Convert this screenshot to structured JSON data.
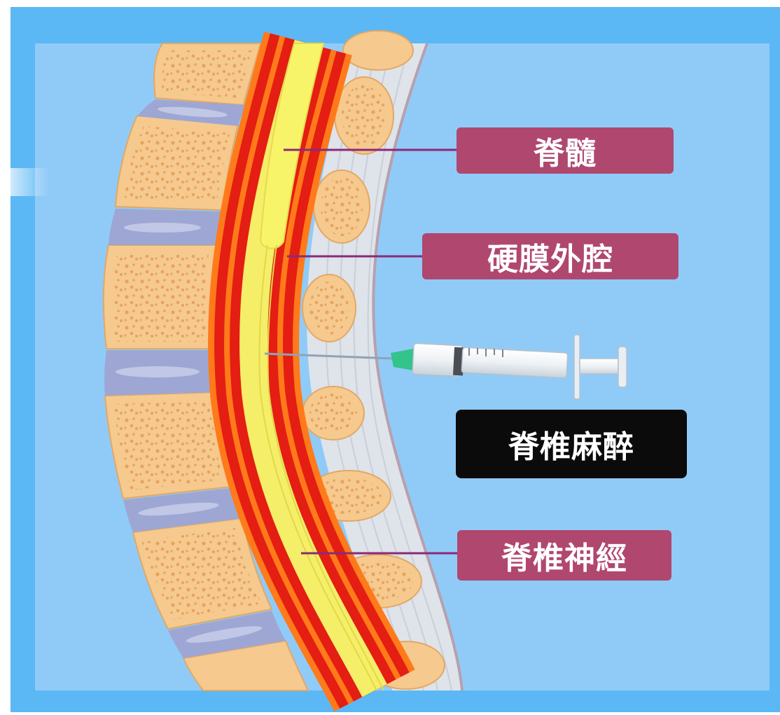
{
  "labels": {
    "spinal_cord": "脊髓",
    "epidural_space": "硬膜外腔",
    "spinal_anesthesia": "脊椎麻醉",
    "spinal_nerve": "脊椎神經"
  },
  "colors": {
    "frame": "#5bb8f4",
    "background": "#90cbf8",
    "label_magenta": "#b0476f",
    "label_black": "#0b0b0b",
    "leader_line": "#8a2a78",
    "bone": "#f6c98e",
    "bone_dots": "#e6a35e",
    "disc": "#9ea7d3",
    "dura_red": "#e41e12",
    "dura_orange": "#ff7a1a",
    "cord_yellow": "#f5ee68",
    "ligament": "#dfe3ea"
  },
  "icons": {
    "syringe": "syringe-icon"
  }
}
